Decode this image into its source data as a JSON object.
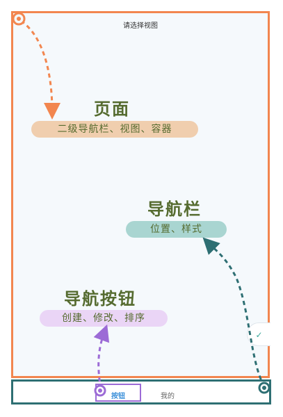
{
  "page": {
    "header_title": "请选择视图",
    "frame_color": "#f2864f",
    "background": "#f5f9fc"
  },
  "annotations": {
    "page_section": {
      "title": "页面",
      "subtitle": "二级导航栏、视图、容器",
      "pill_color": "#f0ceae"
    },
    "navbar_section": {
      "title": "导航栏",
      "subtitle": "位置、样式",
      "pill_color": "#a9d5d1"
    },
    "nav_button_section": {
      "title": "导航按钮",
      "subtitle": "创建、修改、排序",
      "pill_color": "#ead5f6"
    },
    "text_color": "#556b2f"
  },
  "bottom_nav": {
    "frame_color": "#2e6f73",
    "items": [
      {
        "label": "按钮",
        "color": "#3a8fd9"
      },
      {
        "label": "我的",
        "color": "#666666"
      }
    ],
    "highlight_color": "#9c6bd6"
  },
  "confirm_button": {
    "icon": "check-icon",
    "glyph": "✓"
  }
}
